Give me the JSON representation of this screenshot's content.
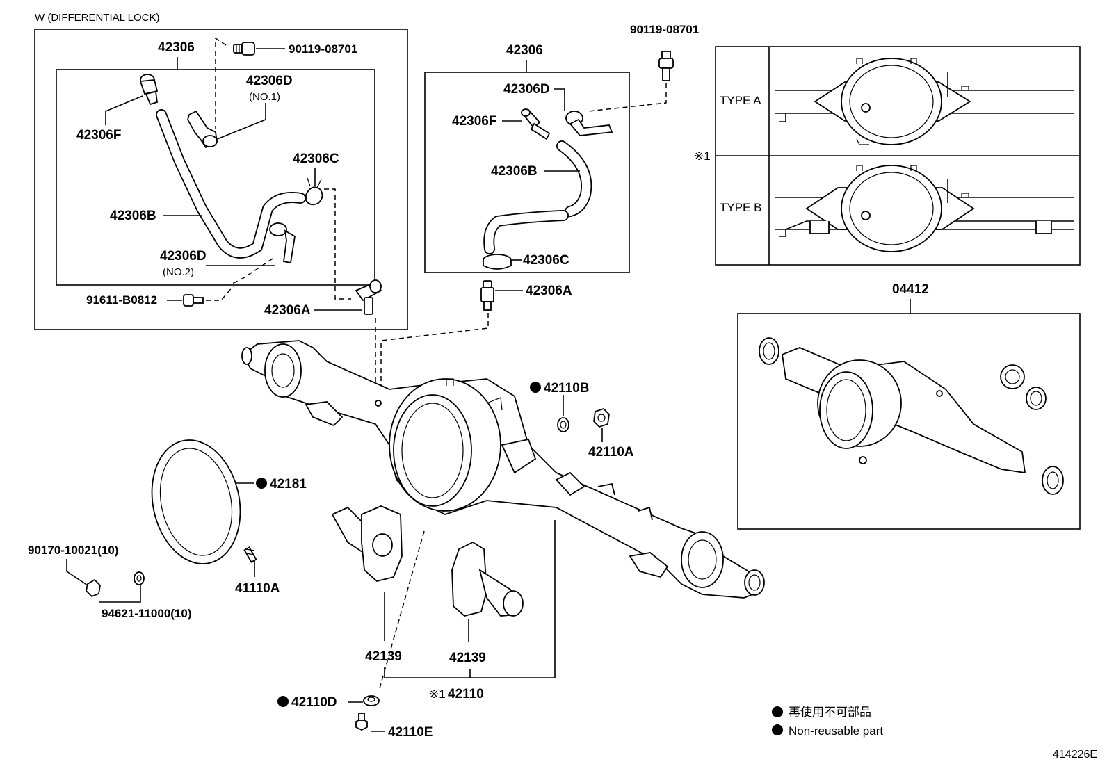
{
  "diagram_code": "414226E",
  "inset_w": {
    "title": "W (DIFFERENTIAL LOCK)",
    "assembly": "42306",
    "bolt": "90119-08701",
    "clamp_no1": "42306D",
    "clamp_no1_note": "(NO.1)",
    "hose_end": "42306F",
    "clip": "42306C",
    "hose": "42306B",
    "clamp_no2": "42306D",
    "clamp_no2_note": "(NO.2)",
    "bolt2": "91611-B0812",
    "union": "42306A"
  },
  "breather": {
    "assembly": "42306",
    "clamp": "42306D",
    "hose_end": "42306F",
    "hose": "42306B",
    "clip": "42306C",
    "union": "42306A",
    "top_bolt": "90119-08701"
  },
  "types": {
    "type_a": "TYPE A",
    "type_b": "TYPE B",
    "marker": "※1"
  },
  "kit": {
    "label": "04412"
  },
  "housing": {
    "gasket_washer": "42110B",
    "nut": "42110A",
    "gasket": "42181",
    "stud_nut": "90170-10021(10)",
    "washer": "94621-11000(10)",
    "stud": "41110A",
    "cover_left": "42139",
    "cover_right": "42139",
    "housing_assy": "42110",
    "housing_marker": "※1",
    "plug_gasket": "42110D",
    "plug": "42110E"
  },
  "legend": {
    "line_jp": "再使用不可部品",
    "line_en": "Non-reusable part"
  }
}
